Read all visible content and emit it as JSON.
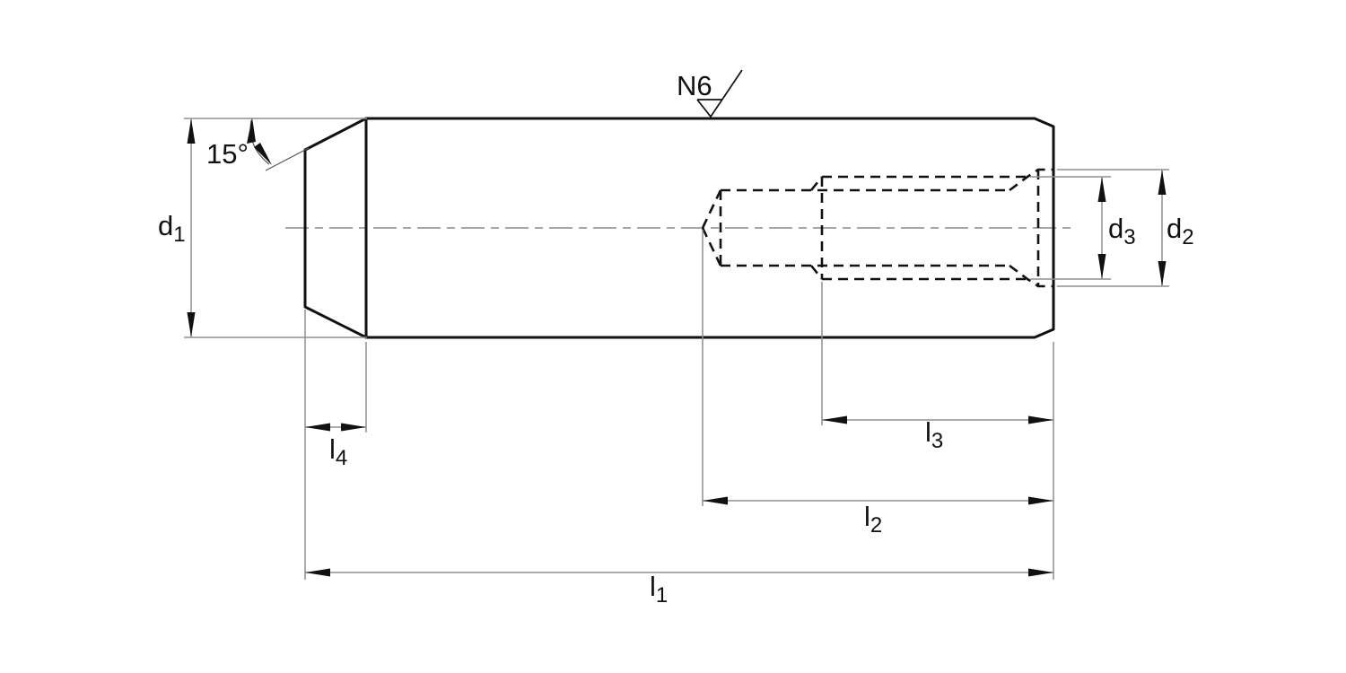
{
  "drawing": {
    "kind": "technical-drawing",
    "subject": "dowel pin with internal thread, side view with hidden thread lines",
    "background": "#ffffff",
    "colors": {
      "outline": "#111111",
      "hidden_line": "#111111",
      "dimension_line": "#8f8f8f",
      "centerline": "#9a9a9a",
      "text": "#111111"
    },
    "surface_finish": {
      "label": "N6"
    },
    "angle": {
      "label": "15°"
    },
    "dimensions": {
      "d1": {
        "base": "d",
        "sub": "1"
      },
      "d2": {
        "base": "d",
        "sub": "2"
      },
      "d3": {
        "base": "d",
        "sub": "3"
      },
      "l1": {
        "base": "l",
        "sub": "1"
      },
      "l2": {
        "base": "l",
        "sub": "2"
      },
      "l3": {
        "base": "l",
        "sub": "3"
      },
      "l4": {
        "base": "l",
        "sub": "4"
      }
    }
  }
}
